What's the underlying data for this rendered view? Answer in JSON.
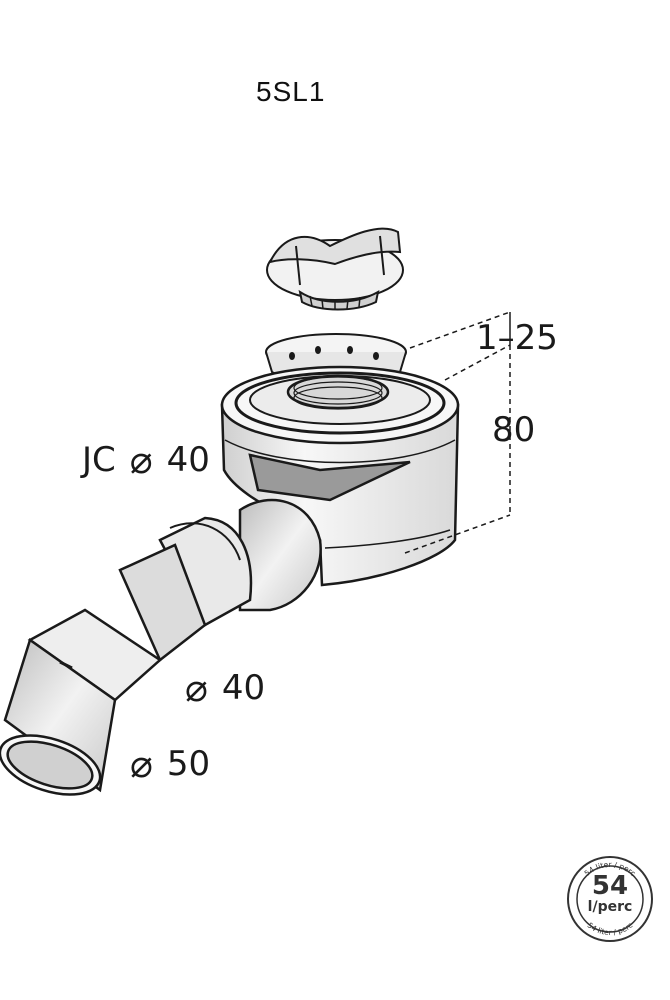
{
  "title": "5SL1",
  "labels": {
    "height_range": "1–25",
    "total_height": "80",
    "jc_prefix": "JC",
    "jc_diameter": "40",
    "outlet_inner": "40",
    "outlet_outer": "50"
  },
  "diameter_symbol": "⌀",
  "badge": {
    "value": "54",
    "unit": "l/perc",
    "ring_text": "54 liter / perc"
  },
  "colors": {
    "line": "#1a1a1a",
    "fill_light": "#f4f4f4",
    "fill_mid": "#dcdcdc",
    "fill_dark": "#8a8a8a"
  }
}
